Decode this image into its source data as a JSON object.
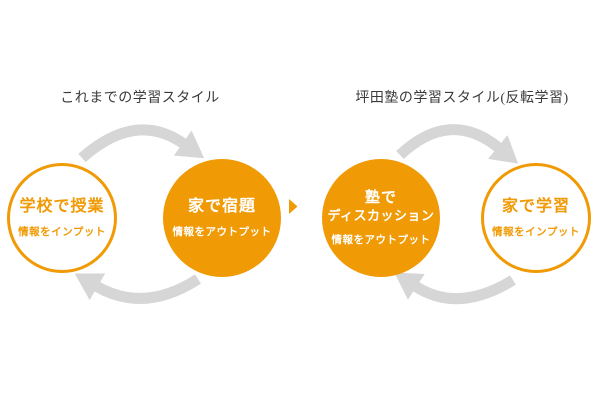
{
  "colors": {
    "orange": "#F09A05",
    "arrow_gray": "#D6D6D6",
    "background": "#FFFFFF",
    "title_text": "#3A3A3A"
  },
  "left_section": {
    "title": "これまでの学習スタイル",
    "circle1": {
      "style": "outline",
      "main": "学校で授業",
      "sub": "情報をインプット"
    },
    "circle2": {
      "style": "filled",
      "main": "家で宿題",
      "sub": "情報をアウトプット"
    }
  },
  "right_section": {
    "title": "坪田塾の学習スタイル(反転学習)",
    "circle1": {
      "style": "filled",
      "main_line1": "塾で",
      "main_line2": "ディスカッション",
      "sub": "情報をアウトプット"
    },
    "circle2": {
      "style": "outline",
      "main": "家で学習",
      "sub": "情報をインプット"
    }
  },
  "icons": {
    "cycle_arrow": "curved-gray-cycle-arrow",
    "flow_arrow": "small-orange-right-triangle"
  }
}
